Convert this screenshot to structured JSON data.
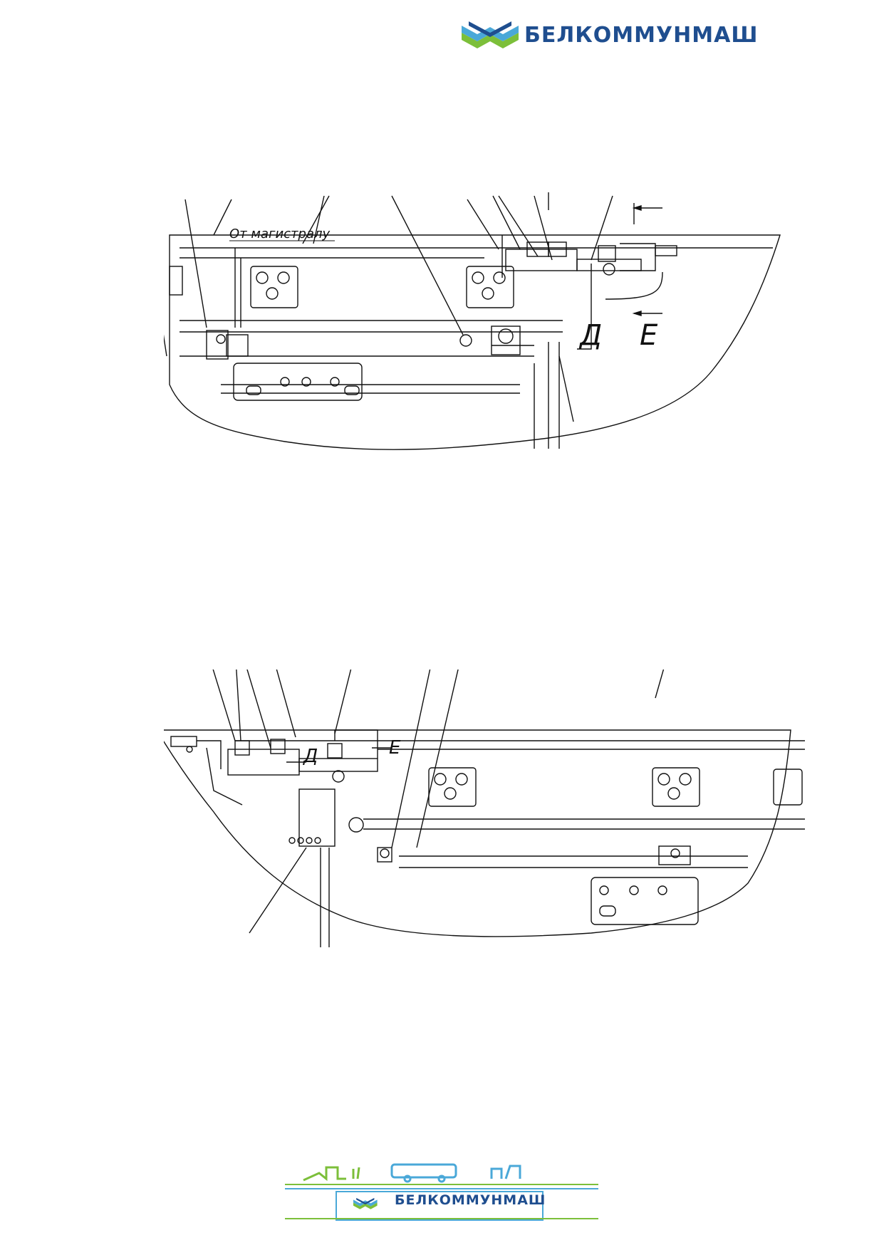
{
  "brand": {
    "name": "БЕЛКОММУНМАШ",
    "colors": {
      "blue": "#1f4e8f",
      "green": "#7cbf3a",
      "light_blue": "#4aa8d8"
    }
  },
  "drawing_1": {
    "label_magistral": "От магистралу",
    "view_letters": [
      "Д",
      "Е"
    ]
  },
  "drawing_2": {
    "view_letters": [
      "Д",
      "Е"
    ]
  },
  "footer": {
    "name": "БЕЛКОММУНМАШ"
  }
}
